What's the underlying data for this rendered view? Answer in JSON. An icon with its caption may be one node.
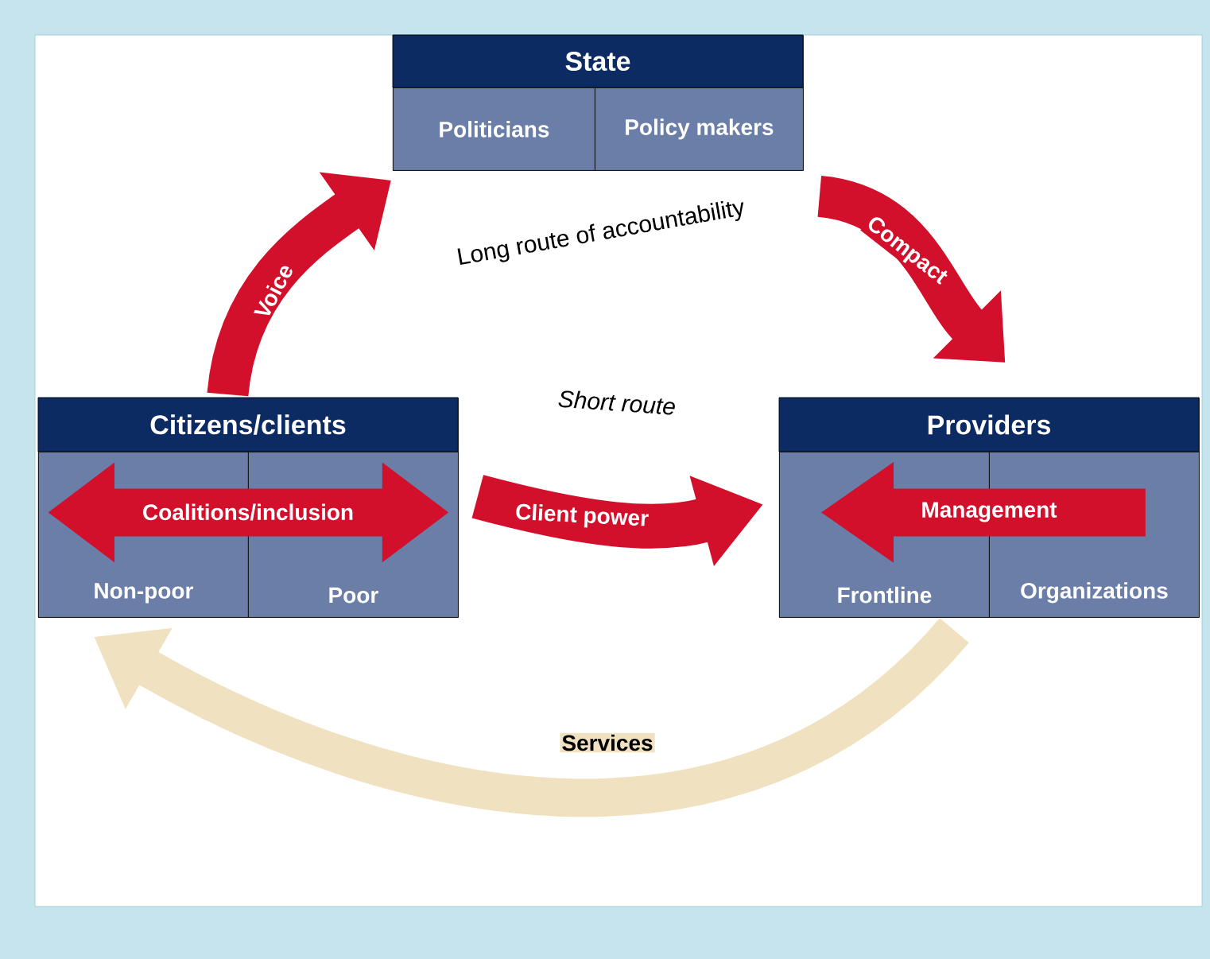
{
  "diagram": {
    "nodes": [
      {
        "text": [
          "State"
        ]
      },
      {
        "text": [
          "Politicians"
        ],
        "in": 0
      },
      {
        "text": [
          "Policy makers"
        ],
        "in": 0
      },
      {
        "text": [
          "Citizens/clients"
        ]
      },
      {
        "text": [
          "Non-poor"
        ],
        "in": 3
      },
      {
        "text": [
          "Poor"
        ],
        "in": 3
      },
      {
        "text": [
          "Providers"
        ]
      },
      {
        "text": [
          "Frontline"
        ],
        "in": 6
      },
      {
        "text": [
          "Organizations"
        ],
        "in": 6
      }
    ],
    "edges": [
      {
        "from": 3,
        "to": 0,
        "arrow": "to",
        "label": "Voice"
      },
      {
        "from": 0,
        "to": 6,
        "arrow": "to",
        "label": "Compact"
      },
      {
        "from": 4,
        "to": 5,
        "arrow": "both",
        "label": "Coalitions/inclusion"
      },
      {
        "from": 3,
        "to": 6,
        "arrow": "to",
        "label": "Client power"
      },
      {
        "from": 8,
        "to": 7,
        "arrow": "to",
        "label": "Management"
      },
      {
        "from": 6,
        "to": 3,
        "arrow": "to",
        "label": "Services",
        "color": "#f0e2c0"
      }
    ],
    "labels": [
      "Long route of accountability",
      "Short route"
    ]
  }
}
